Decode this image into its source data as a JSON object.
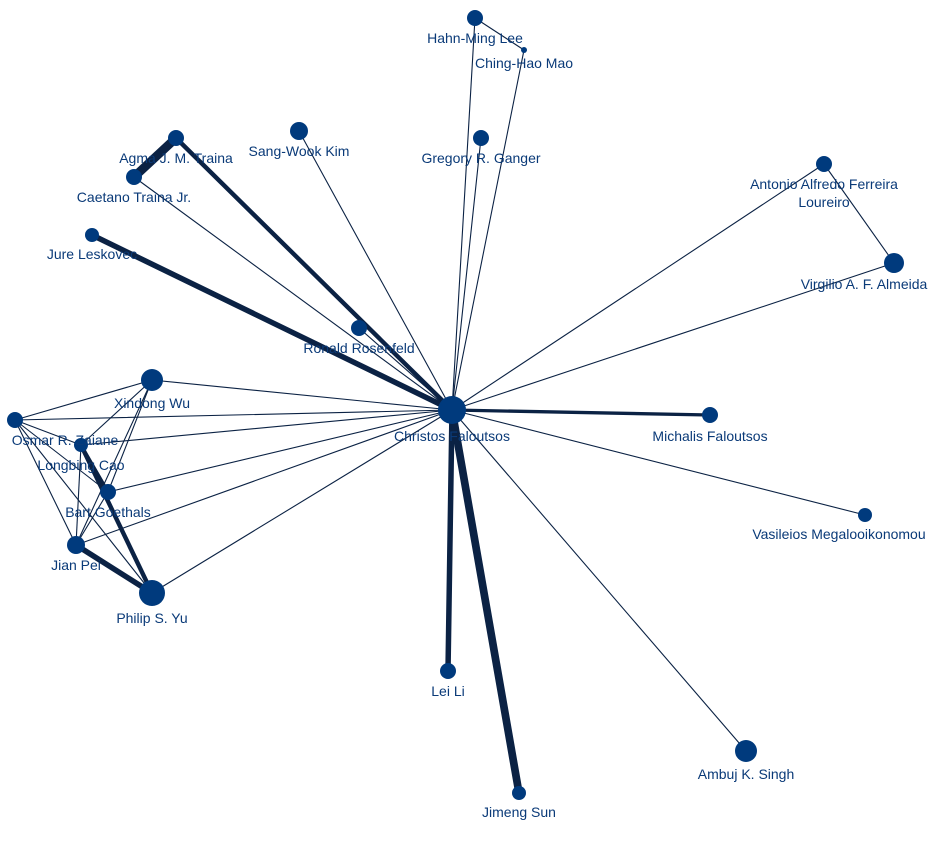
{
  "colors": {
    "node": "#003a7d",
    "edge": "#0b2244",
    "label": "#0a3a78",
    "background": "#ffffff"
  },
  "nodes": [
    {
      "id": "christos",
      "label": "Christos Faloutsos"
    },
    {
      "id": "hahn",
      "label": "Hahn-Ming Lee"
    },
    {
      "id": "ching",
      "label": "Ching-Hao Mao"
    },
    {
      "id": "gregory",
      "label": "Gregory R. Ganger"
    },
    {
      "id": "sangwook",
      "label": "Sang-Wook Kim"
    },
    {
      "id": "agma",
      "label": "Agma J. M. Traina"
    },
    {
      "id": "caetano",
      "label": "Caetano Traina Jr."
    },
    {
      "id": "jure",
      "label": "Jure Leskovec"
    },
    {
      "id": "ronald",
      "label": "Ronald Rosenfeld"
    },
    {
      "id": "antonio",
      "label": "Antonio Alfredo Ferreira\nLoureiro"
    },
    {
      "id": "virgilio",
      "label": "Virgilio A. F. Almeida"
    },
    {
      "id": "michalis",
      "label": "Michalis Faloutsos"
    },
    {
      "id": "vasileios",
      "label": "Vasileios Megalooikonomou"
    },
    {
      "id": "xindong",
      "label": "Xindong Wu"
    },
    {
      "id": "osmar",
      "label": "Osmar R. Zaiane"
    },
    {
      "id": "longbing",
      "label": "Longbing Cao"
    },
    {
      "id": "bart",
      "label": "Bart Goethals"
    },
    {
      "id": "jianpei",
      "label": "Jian Pei"
    },
    {
      "id": "philip",
      "label": "Philip S. Yu"
    },
    {
      "id": "leili",
      "label": "Lei Li"
    },
    {
      "id": "jimeng",
      "label": "Jimeng Sun"
    },
    {
      "id": "ambuj",
      "label": "Ambuj K. Singh"
    }
  ],
  "edges": [
    {
      "source": "christos",
      "target": "hahn",
      "weight": 1
    },
    {
      "source": "christos",
      "target": "ching",
      "weight": 1
    },
    {
      "source": "hahn",
      "target": "ching",
      "weight": 1
    },
    {
      "source": "christos",
      "target": "gregory",
      "weight": 1
    },
    {
      "source": "christos",
      "target": "sangwook",
      "weight": 1
    },
    {
      "source": "christos",
      "target": "agma",
      "weight": 4
    },
    {
      "source": "christos",
      "target": "caetano",
      "weight": 1
    },
    {
      "source": "agma",
      "target": "caetano",
      "weight": 8
    },
    {
      "source": "christos",
      "target": "jure",
      "weight": 5
    },
    {
      "source": "christos",
      "target": "ronald",
      "weight": 1
    },
    {
      "source": "christos",
      "target": "antonio",
      "weight": 1
    },
    {
      "source": "christos",
      "target": "virgilio",
      "weight": 1
    },
    {
      "source": "antonio",
      "target": "virgilio",
      "weight": 1
    },
    {
      "source": "christos",
      "target": "michalis",
      "weight": 3
    },
    {
      "source": "christos",
      "target": "vasileios",
      "weight": 1
    },
    {
      "source": "christos",
      "target": "xindong",
      "weight": 1
    },
    {
      "source": "christos",
      "target": "osmar",
      "weight": 1
    },
    {
      "source": "christos",
      "target": "longbing",
      "weight": 1
    },
    {
      "source": "christos",
      "target": "bart",
      "weight": 1
    },
    {
      "source": "christos",
      "target": "jianpei",
      "weight": 1
    },
    {
      "source": "christos",
      "target": "philip",
      "weight": 1
    },
    {
      "source": "christos",
      "target": "leili",
      "weight": 5
    },
    {
      "source": "christos",
      "target": "jimeng",
      "weight": 7
    },
    {
      "source": "christos",
      "target": "ambuj",
      "weight": 1
    },
    {
      "source": "xindong",
      "target": "osmar",
      "weight": 1
    },
    {
      "source": "xindong",
      "target": "longbing",
      "weight": 1
    },
    {
      "source": "xindong",
      "target": "bart",
      "weight": 1
    },
    {
      "source": "xindong",
      "target": "jianpei",
      "weight": 1
    },
    {
      "source": "osmar",
      "target": "longbing",
      "weight": 1
    },
    {
      "source": "osmar",
      "target": "bart",
      "weight": 1
    },
    {
      "source": "osmar",
      "target": "jianpei",
      "weight": 1
    },
    {
      "source": "osmar",
      "target": "philip",
      "weight": 1
    },
    {
      "source": "longbing",
      "target": "bart",
      "weight": 3
    },
    {
      "source": "longbing",
      "target": "jianpei",
      "weight": 1
    },
    {
      "source": "longbing",
      "target": "philip",
      "weight": 4
    },
    {
      "source": "bart",
      "target": "jianpei",
      "weight": 1
    },
    {
      "source": "jianpei",
      "target": "philip",
      "weight": 5
    }
  ]
}
